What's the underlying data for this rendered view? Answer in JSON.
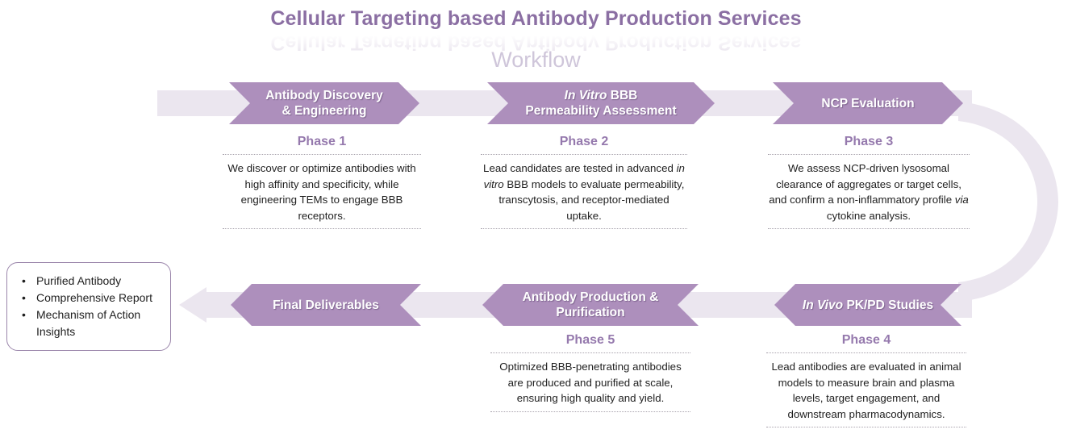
{
  "header": {
    "title": "Cellular Targeting based Antibody Production Services",
    "subtitle": "Workflow"
  },
  "colors": {
    "chevron": "#ad8fbc",
    "band": "#ebe6ef",
    "phase_title": "#9579ad",
    "main_title": "#8b6fa3",
    "subtitle": "#cfc6da",
    "box_border": "#9b86ab"
  },
  "phases": [
    {
      "chevron_label": "Antibody Discovery & Engineering",
      "chevron_label_html": "Antibody Discovery<br>&amp; Engineering",
      "phase_title": "Phase 1",
      "description": "We discover or optimize antibodies with high affinity and specificity, while engineering TEMs to engage BBB receptors.",
      "description_html": "We discover or optimize antibodies with high affinity and specificity, while engineering TEMs to engage BBB receptors.",
      "direction": "right"
    },
    {
      "chevron_label": "In Vitro BBB Permeability Assessment",
      "chevron_label_html": "<i>In Vitro</i> BBB<br>Permeability Assessment",
      "phase_title": "Phase 2",
      "description": "Lead candidates are tested in advanced in vitro BBB models to evaluate permeability, transcytosis, and receptor-mediated uptake.",
      "description_html": "Lead candidates are tested in advanced <i>in vitro</i> BBB models to evaluate permeability, transcytosis, and receptor-mediated uptake.",
      "direction": "right"
    },
    {
      "chevron_label": "NCP Evaluation",
      "chevron_label_html": "NCP Evaluation",
      "phase_title": "Phase 3",
      "description": "We assess NCP-driven lysosomal clearance of aggregates or target cells, and confirm a non-inflammatory profile via cytokine analysis.",
      "description_html": "We assess NCP-driven lysosomal clearance of aggregates or target cells, and confirm a non-inflammatory profile <i>via</i> cytokine analysis.",
      "direction": "right"
    },
    {
      "chevron_label": "In Vivo PK/PD Studies",
      "chevron_label_html": "<i>In Vivo</i> PK/PD Studies",
      "phase_title": "Phase 4",
      "description": "Lead antibodies are evaluated in animal models to measure brain and plasma levels, target engagement, and downstream pharmacodynamics.",
      "description_html": "Lead antibodies are evaluated in animal models to measure brain and plasma levels, target engagement, and downstream pharmacodynamics.",
      "direction": "left"
    },
    {
      "chevron_label": "Antibody Production & Purification",
      "chevron_label_html": "Antibody Production &amp;<br>Purification",
      "phase_title": "Phase 5",
      "description": "Optimized BBB-penetrating antibodies are produced and purified at scale, ensuring high quality and yield.",
      "description_html": "Optimized BBB-penetrating antibodies are produced and purified at scale, ensuring high quality and yield.",
      "direction": "left"
    },
    {
      "chevron_label": "Final Deliverables",
      "chevron_label_html": "Final Deliverables",
      "phase_title": "",
      "description": "",
      "description_html": "",
      "direction": "left"
    }
  ],
  "deliverables": {
    "items": [
      "Purified Antibody",
      "Comprehensive Report",
      "Mechanism of Action Insights"
    ]
  }
}
